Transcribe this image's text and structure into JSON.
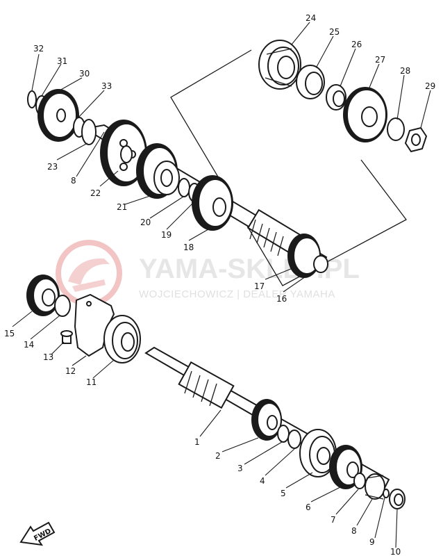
{
  "watermark": {
    "title": "YAMA-SKLEP.PL",
    "subtitle": "WOJCIECHOWICZ | DEALER YAMAHA",
    "logo_color": "#f0b8b8",
    "text_color": "#e6e6e6"
  },
  "fwd_marker": {
    "label": "FWD",
    "icon": "direction-arrow-icon"
  },
  "callouts": [
    "1",
    "2",
    "3",
    "4",
    "5",
    "6",
    "7",
    "8",
    "9",
    "10",
    "11",
    "12",
    "13",
    "14",
    "15",
    "16",
    "17",
    "18",
    "19",
    "20",
    "21",
    "22",
    "23",
    "24",
    "25",
    "26",
    "27",
    "28",
    "29",
    "30",
    "31",
    "32",
    "33",
    "8"
  ]
}
